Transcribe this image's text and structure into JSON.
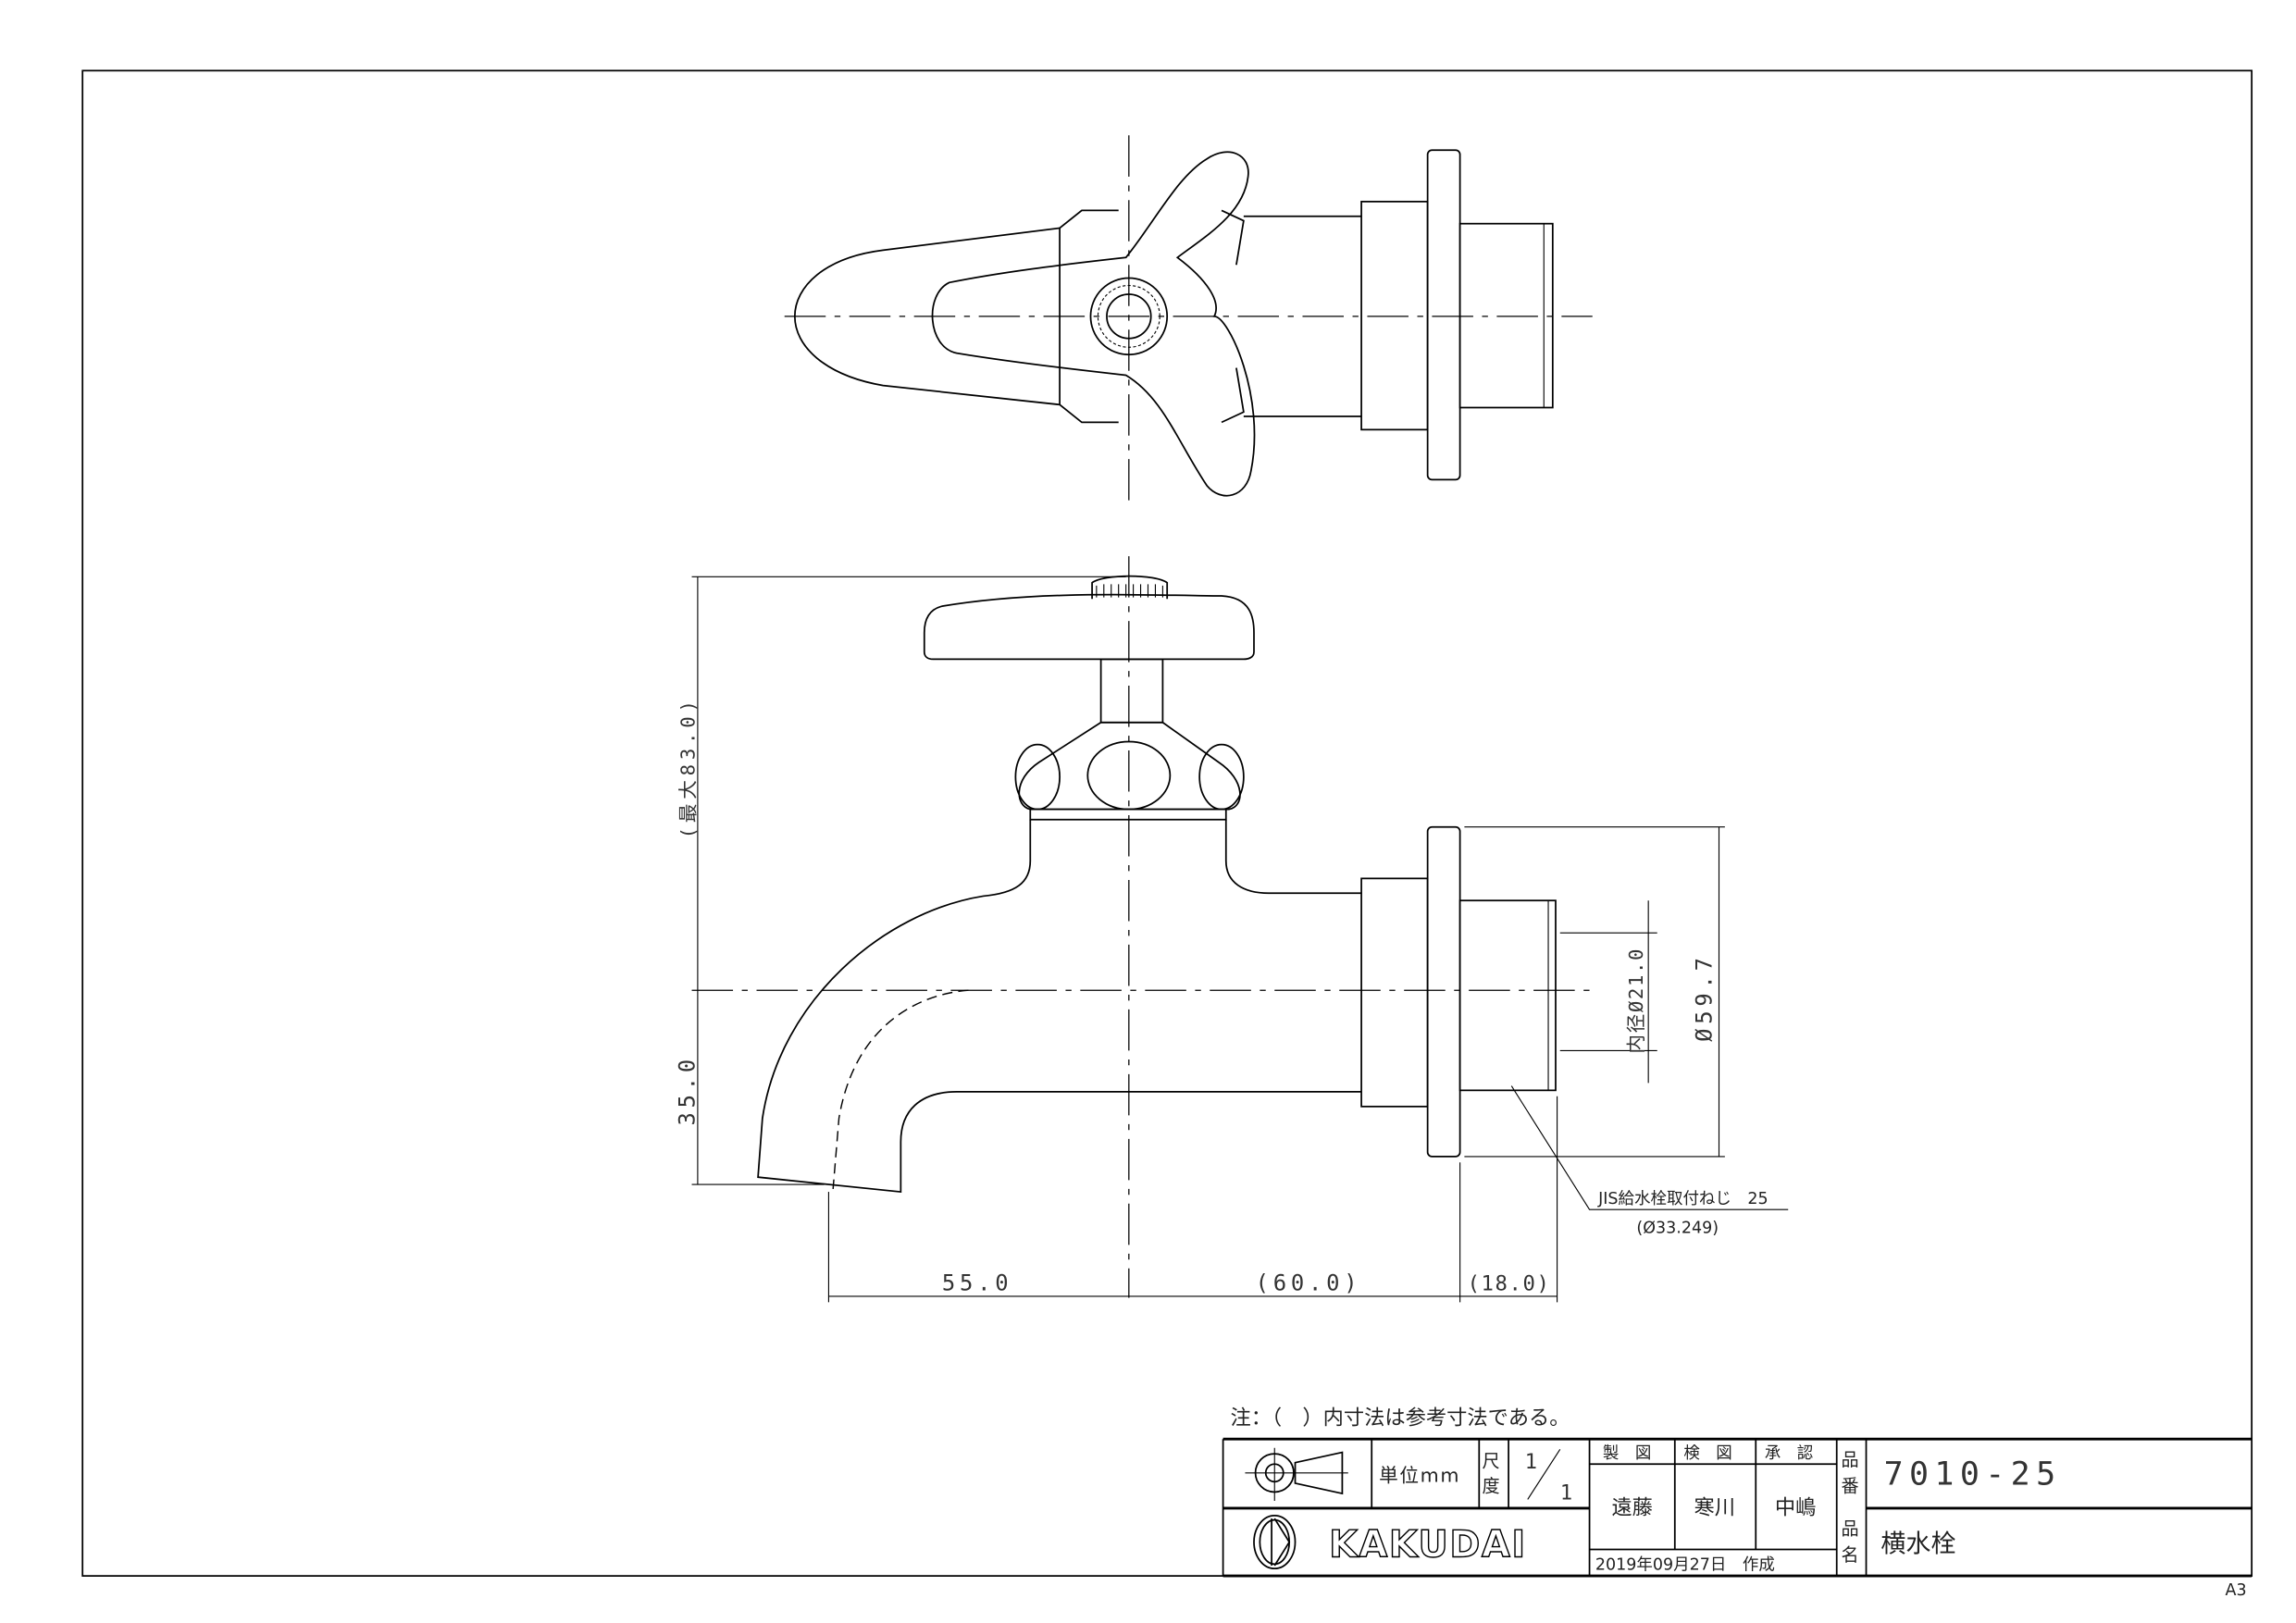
{
  "drawing": {
    "product_number_label": "品番",
    "product_number": "7010-25",
    "product_name_label": "品名",
    "product_name": "横水栓",
    "note": "注：（　）内寸法は参考寸法である。",
    "unit": "単位mm",
    "scale_label": "尺度",
    "scale_num": "1",
    "scale_den": "1",
    "roles": [
      "製　図",
      "検　図",
      "承　認"
    ],
    "names": [
      "遠藤",
      "寒川",
      "中嶋"
    ],
    "date": "2019年09月27日　作成",
    "brand": "KAKUDAI",
    "paper_size": "A3"
  },
  "dimensions": {
    "max_height": "(最大83.0)",
    "spout_drop": "35.0",
    "spout_reach": "55.0",
    "body_length": "(60.0)",
    "thread_length": "(18.0)",
    "flange_dia": "Ø59.7",
    "inner_dia": "内径Ø21.0",
    "thread_spec": "JIS給水栓取付ねじ　25",
    "thread_dia": "(Ø33.249)"
  }
}
